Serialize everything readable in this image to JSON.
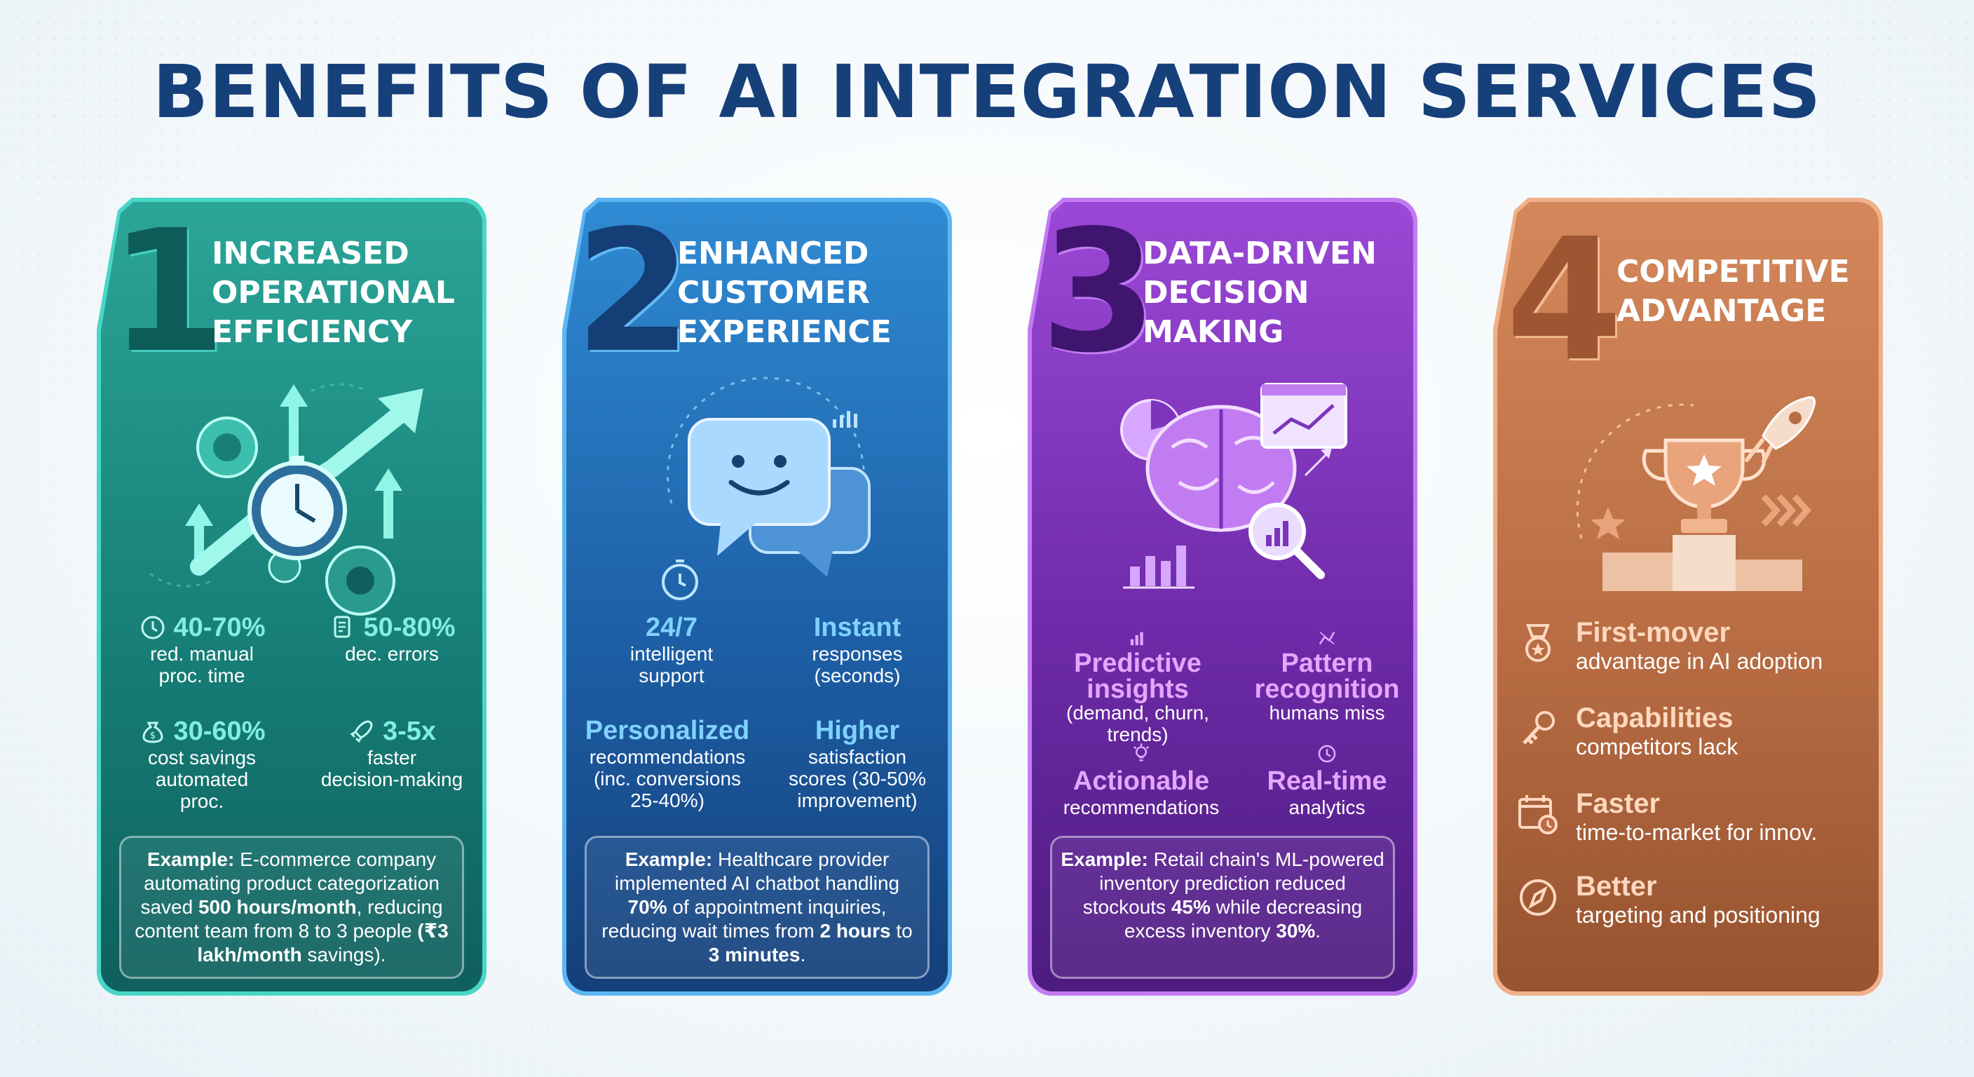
{
  "title": "BENEFITS OF AI INTEGRATION SERVICES",
  "cards": [
    {
      "number": "1",
      "title": [
        "INCREASED",
        "OPERATIONAL",
        "EFFICIENCY"
      ],
      "metrics": [
        {
          "value": "40-70%",
          "lines": [
            "red. manual",
            "proc. time"
          ],
          "icon": "clock-icon"
        },
        {
          "value": "50-80%",
          "lines": [
            "dec. errors"
          ],
          "icon": "document-check-icon"
        },
        {
          "value": "30-60%",
          "lines": [
            "cost savings",
            "automated",
            "proc."
          ],
          "icon": "money-bag-icon"
        },
        {
          "value": "3-5x",
          "lines": [
            "faster",
            "decision-making"
          ],
          "icon": "rocket-icon"
        }
      ],
      "example": {
        "label": "Example:",
        "t1": " E-commerce company automating product categorization saved ",
        "b1": "500 hours/month",
        "t2": ", reducing content team from 8 to 3 people ",
        "b2": "(₹3 lakh/month",
        "t3": " savings)."
      }
    },
    {
      "number": "2",
      "title": [
        "ENHANCED",
        "CUSTOMER",
        "EXPERIENCE"
      ],
      "metrics": [
        {
          "value": "24/7",
          "lines": [
            "intelligent",
            "support"
          ]
        },
        {
          "value": "Instant",
          "lines": [
            "responses",
            "(seconds)"
          ]
        },
        {
          "value": "Personalized",
          "lines": [
            "recommendations",
            "(inc. conversions",
            "25-40%)"
          ]
        },
        {
          "value": "Higher",
          "lines": [
            "satisfaction",
            "scores (30-50%",
            "improvement)"
          ]
        }
      ],
      "example": {
        "label": "Example:",
        "t1": " Healthcare provider implemented AI chatbot handling ",
        "b1": "70%",
        "t2": " of appointment inquiries, reducing wait times from ",
        "b2": "2 hours",
        "t3": " to ",
        "b3": "3 minutes",
        "t4": "."
      }
    },
    {
      "number": "3",
      "title": [
        "DATA-DRIVEN",
        "DECISION",
        "MAKING"
      ],
      "metrics": [
        {
          "value": "Predictive",
          "value2": "insights",
          "lines": [
            "(demand, churn, trends)"
          ],
          "icon": "bar-chart-icon"
        },
        {
          "value": "Pattern",
          "value2": "recognition",
          "lines": [
            "humans miss"
          ],
          "icon": "pattern-icon"
        },
        {
          "value": "Actionable",
          "lines": [
            "recommendations"
          ],
          "icon": "lightbulb-icon"
        },
        {
          "value": "Real-time",
          "lines": [
            "analytics"
          ],
          "icon": "clock-icon"
        }
      ],
      "example": {
        "label": "Example:",
        "t1": " Retail chain's ML-powered inventory prediction reduced stockouts ",
        "b1": "45%",
        "t2": " while decreasing excess inventory ",
        "b2": "30%",
        "t3": "."
      }
    },
    {
      "number": "4",
      "title": [
        "COMPETITIVE",
        "ADVANTAGE"
      ],
      "items": [
        {
          "head": "First-mover",
          "sub": "advantage in AI adoption",
          "icon": "medal-icon"
        },
        {
          "head": "Capabilities",
          "sub": "competitors lack",
          "icon": "key-icon"
        },
        {
          "head": "Faster",
          "sub": "time-to-market for innov.",
          "icon": "calendar-clock-icon"
        },
        {
          "head": "Better",
          "sub": "targeting and positioning",
          "icon": "compass-icon"
        }
      ]
    }
  ]
}
